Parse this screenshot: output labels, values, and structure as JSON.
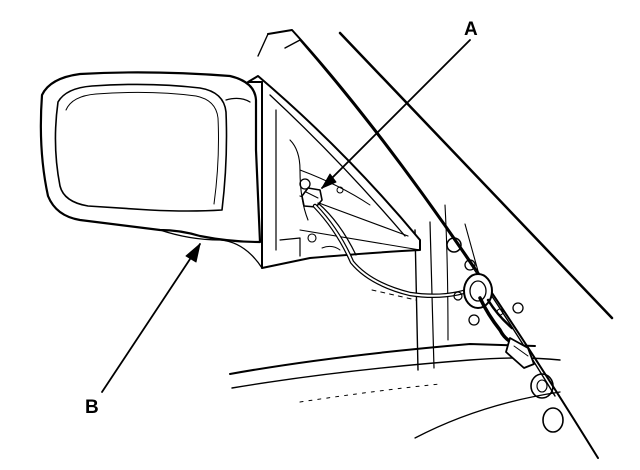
{
  "callouts": {
    "a": {
      "label": "A"
    },
    "b": {
      "label": "B"
    }
  },
  "parts": {
    "mirror_assembly": "mirror-assembly",
    "mounting_nut": "mounting-nut",
    "wire_harness": "wire-harness",
    "connector": "connector"
  },
  "colors": {
    "ink": "#000000",
    "paper": "#ffffff"
  }
}
